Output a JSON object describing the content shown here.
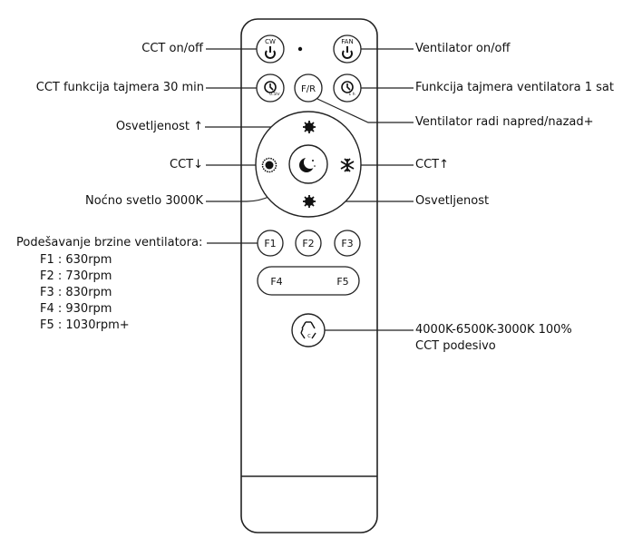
{
  "buttons": {
    "cw_top": "CW",
    "fan_top": "FAN",
    "timer_cct_small": "0.5hr",
    "timer_fan_small": "1 h",
    "fr": "F/R",
    "f1": "F1",
    "f2": "F2",
    "f3": "F3",
    "f4": "F4",
    "f5": "F5",
    "cycle_small": "C"
  },
  "labels": {
    "cct_onoff": "CCT on/off",
    "cct_timer": "CCT funkcija tajmera 30 min",
    "brightness_up": "Osvetljenost ↑",
    "cct_down": "CCT↓",
    "night_light": "Noćno svetlo 3000K",
    "fan_speed_title": "Podešavanje brzine ventilatora:",
    "fan_onoff": "Ventilator on/off",
    "fan_timer": "Funkcija tajmera ventilatora 1 sat",
    "fan_direction": "Ventilator radi napred/nazad+",
    "cct_up": "CCT↑",
    "brightness_down": "Osvetljenost",
    "cct_cycle_line1": "4000K-6500K-3000K  100%",
    "cct_cycle_line2": "CCT podesivo"
  },
  "fan_speeds": [
    "F1 : 630rpm",
    "F2 : 730rpm",
    "F3 : 830rpm",
    "F4 : 930rpm",
    "F5 : 1030rpm+"
  ],
  "colors": {
    "outline": "#222222",
    "background": "#ffffff"
  }
}
